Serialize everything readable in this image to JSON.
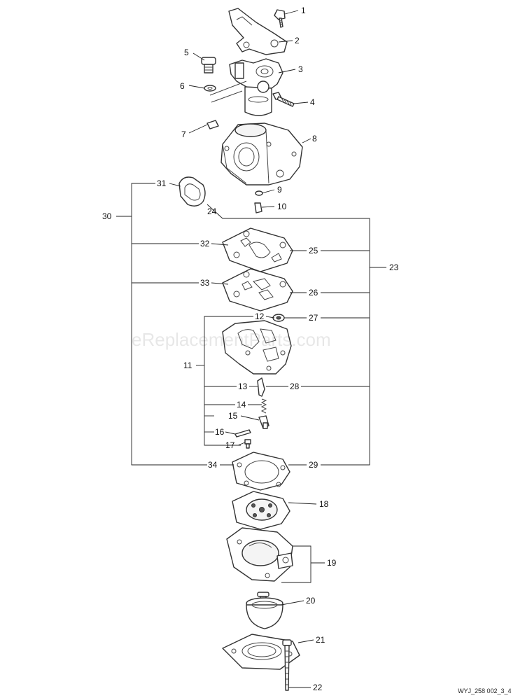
{
  "watermark": "eReplacementParts.com",
  "drawing_code": "WYJ_258 002_3_4",
  "callouts": [
    "1",
    "2",
    "3",
    "4",
    "5",
    "6",
    "7",
    "8",
    "9",
    "10",
    "11",
    "12",
    "13",
    "14",
    "15",
    "16",
    "17",
    "18",
    "19",
    "20",
    "21",
    "22",
    "23",
    "24",
    "25",
    "26",
    "27",
    "28",
    "29",
    "30",
    "31",
    "32",
    "33",
    "34"
  ]
}
